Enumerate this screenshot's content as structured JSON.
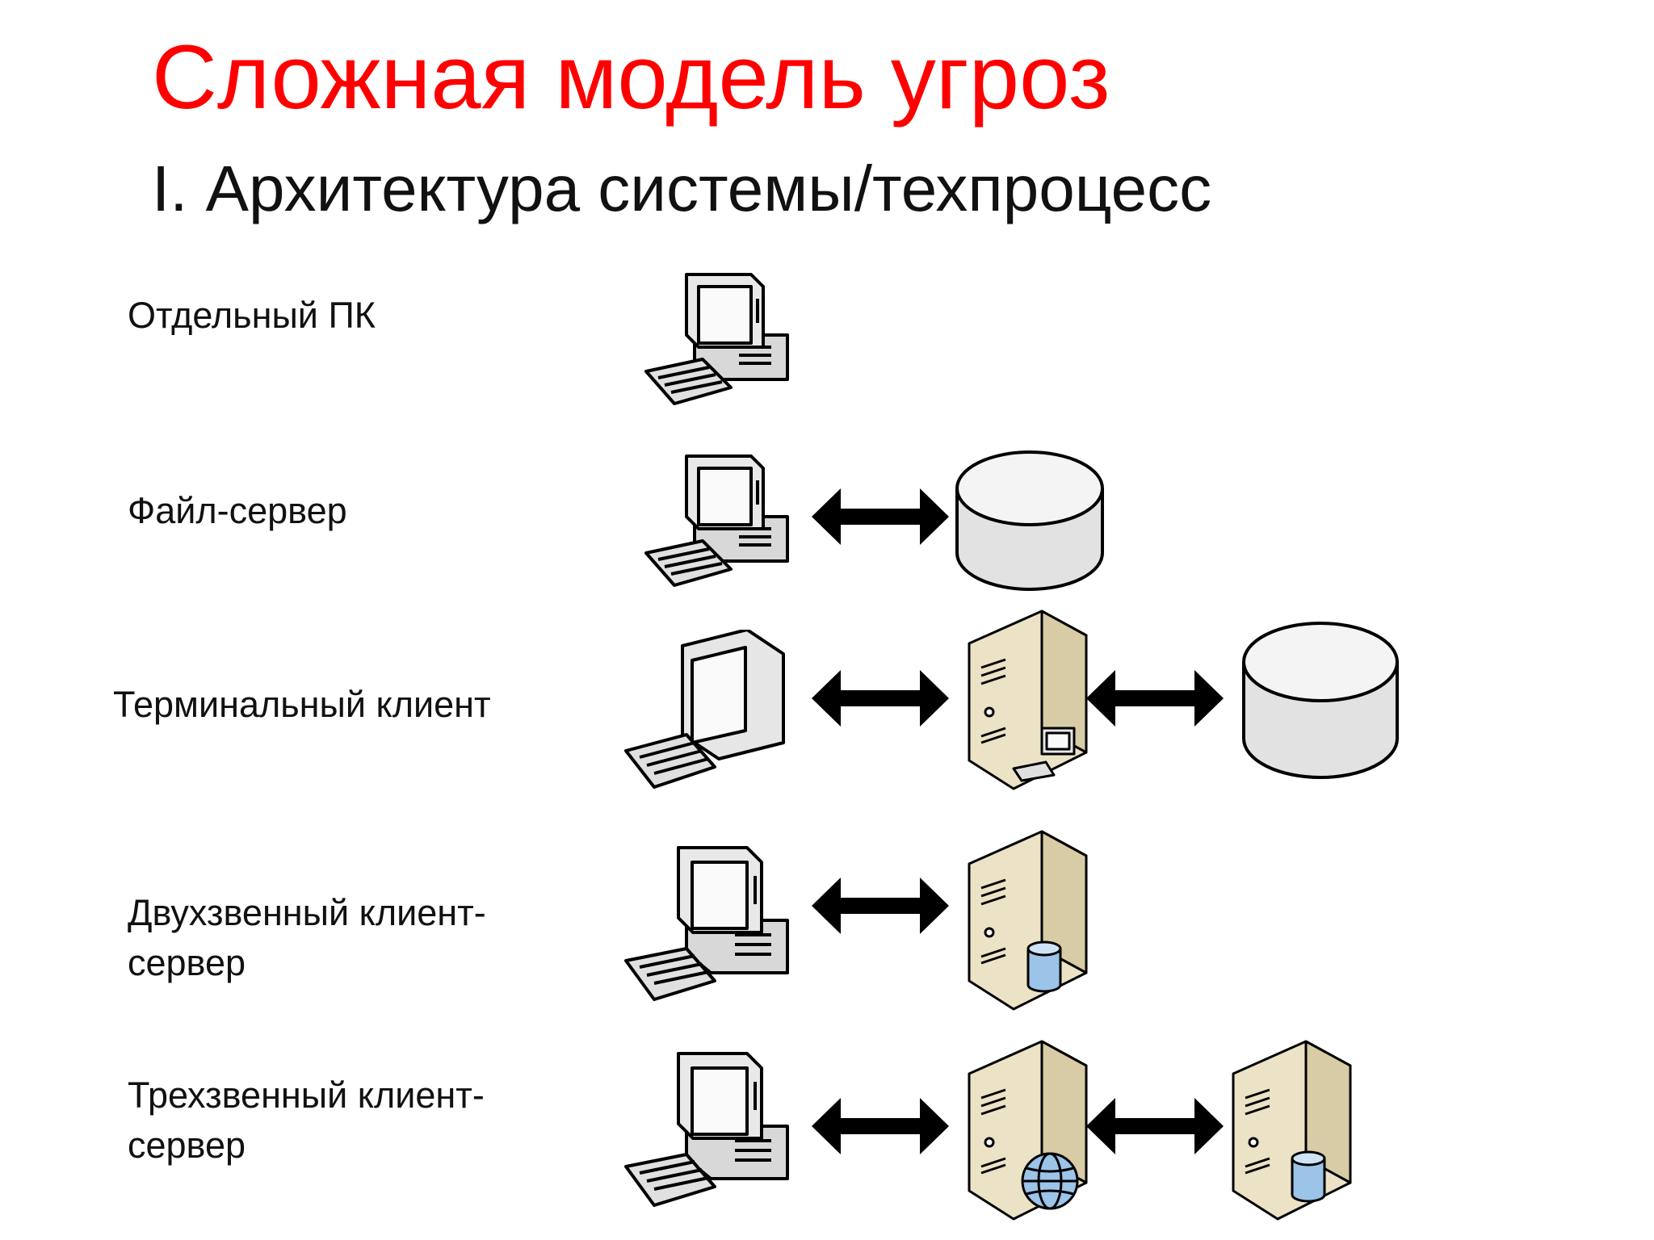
{
  "slide": {
    "title": "Сложная модель угроз",
    "subtitle": "I. Архитектура системы/техпроцесс"
  },
  "rows": [
    {
      "label_lines": [
        "Отдельный ПК"
      ]
    },
    {
      "label_lines": [
        "Файл-сервер"
      ]
    },
    {
      "label_lines": [
        "Терминальный клиент"
      ]
    },
    {
      "label_lines": [
        "Двухзвенный клиент-",
        "сервер"
      ]
    },
    {
      "label_lines": [
        "Трехзвенный клиент-",
        "сервер"
      ]
    }
  ],
  "icons": {
    "workstation": "workstation-icon",
    "terminal": "terminal-icon",
    "database": "database-icon",
    "server": "server-icon",
    "terminal_server": "terminal-server-icon",
    "db_server": "database-server-icon",
    "web_server": "web-server-icon",
    "arrow": "bidirectional-arrow-icon"
  },
  "colors": {
    "title": "#ff0000",
    "text": "#111111",
    "server_body": "#ece3c6",
    "db_body": "#e6e6e6",
    "badge_blue": "#9cc3e8"
  }
}
